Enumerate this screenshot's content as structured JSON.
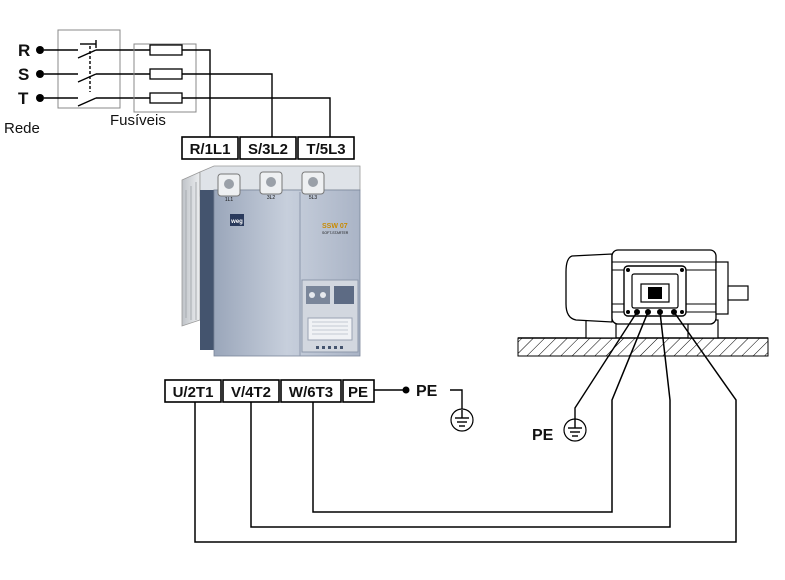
{
  "supply": {
    "phases": [
      "R",
      "S",
      "T"
    ],
    "network_label": "Rede",
    "fuses_label": "Fusíveis"
  },
  "input_terminals": [
    "R/1L1",
    "S/3L2",
    "T/5L3"
  ],
  "output_terminals": [
    "U/2T1",
    "V/4T2",
    "W/6T3",
    "PE"
  ],
  "ground_labels": {
    "starter_pe": "PE",
    "motor_pe": "PE"
  },
  "starter": {
    "brand_label": "weg",
    "model_label": "SSW 07",
    "model_sub_label": "SOFT-STARTER",
    "terminal_tags": [
      "1L1",
      "3L2",
      "5L3"
    ]
  },
  "colors": {
    "wire": "#000000",
    "starter_body": "#b9c3d4",
    "starter_dark": "#44546e",
    "heatsink": "#d6d9dd",
    "motor_fill": "#ffffff"
  }
}
